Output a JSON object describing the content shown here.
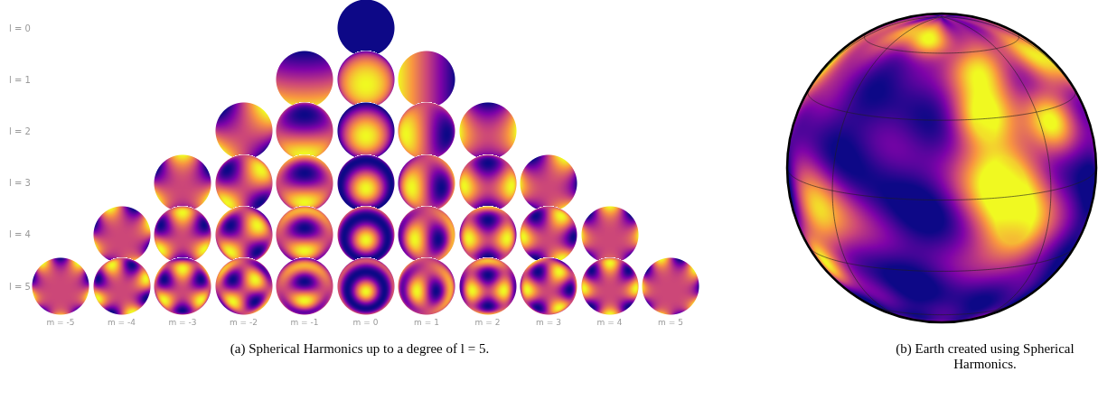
{
  "diagram": {
    "labels": [
      "l = 0",
      "l = 1",
      "l = 2",
      "l = 3",
      "l = 4",
      "l = 5",
      "m = -5",
      "m = -4",
      "m = -3",
      "m = -2",
      "m = -1",
      "m = 0",
      "m = 1",
      "m = 2",
      "m = 3",
      "m = 4",
      "m = 5",
      "(a) Spherical Harmonics up to a degree of l = 5.",
      "(b) Earth created using Spherical Harmonics."
    ]
  }
}
